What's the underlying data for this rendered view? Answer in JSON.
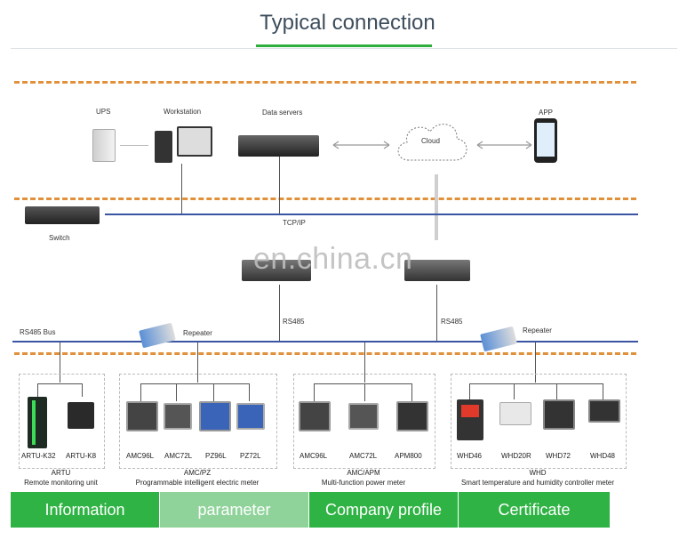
{
  "title": "Typical connection",
  "top_devices": {
    "ups": "UPS",
    "workstation": "Workstation",
    "data_servers": "Data servers",
    "cloud": "Cloud",
    "app": "APP"
  },
  "network": {
    "switch": "Switch",
    "tcpip": "TCP/IP",
    "rs485_left": "RS485",
    "rs485_right": "RS485",
    "rs485_bus": "RS485 Bus",
    "repeater_left": "Repeater",
    "repeater_right": "Repeater"
  },
  "watermark": "en.china.cn",
  "groups": [
    {
      "devices": [
        "ARTU-K32",
        "ARTU-K8"
      ],
      "name": "ARTU",
      "desc": "Remote monitoring unit"
    },
    {
      "devices": [
        "AMC96L",
        "AMC72L",
        "PZ96L",
        "PZ72L"
      ],
      "name": "AMC/PZ",
      "desc": "Programmable intelligent electric meter"
    },
    {
      "devices": [
        "AMC96L",
        "AMC72L",
        "APM800"
      ],
      "name": "AMC/APM",
      "desc": "Multi-function power meter"
    },
    {
      "devices": [
        "WHD46",
        "WHD20R",
        "WHD72",
        "WHD48"
      ],
      "name": "WHD",
      "desc": "Smart temperature and humidity controller meter"
    }
  ],
  "tabs": [
    {
      "label": "Information",
      "color": "#2fb344"
    },
    {
      "label": "parameter",
      "color": "#8fd39a"
    },
    {
      "label": "Company profile",
      "color": "#2fb344"
    },
    {
      "label": "Certificate",
      "color": "#2fb344"
    }
  ]
}
